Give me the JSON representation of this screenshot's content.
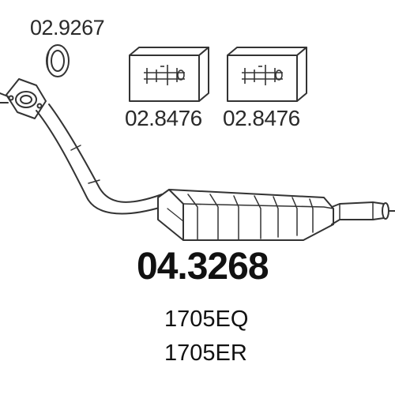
{
  "parts": {
    "gasket": {
      "number": "02.9267",
      "icon": "ring-gasket-icon"
    },
    "mounting_kit_a": {
      "number": "02.8476",
      "icon": "mounting-kit-box-icon"
    },
    "mounting_kit_b": {
      "number": "02.8476",
      "icon": "mounting-kit-box-icon"
    },
    "main": {
      "number": "04.3268",
      "icon": "catalytic-converter-with-pipe-icon",
      "codes": [
        "1705EQ",
        "1705ER"
      ]
    }
  },
  "colors": {
    "line": "#333333",
    "background": "#ffffff"
  }
}
